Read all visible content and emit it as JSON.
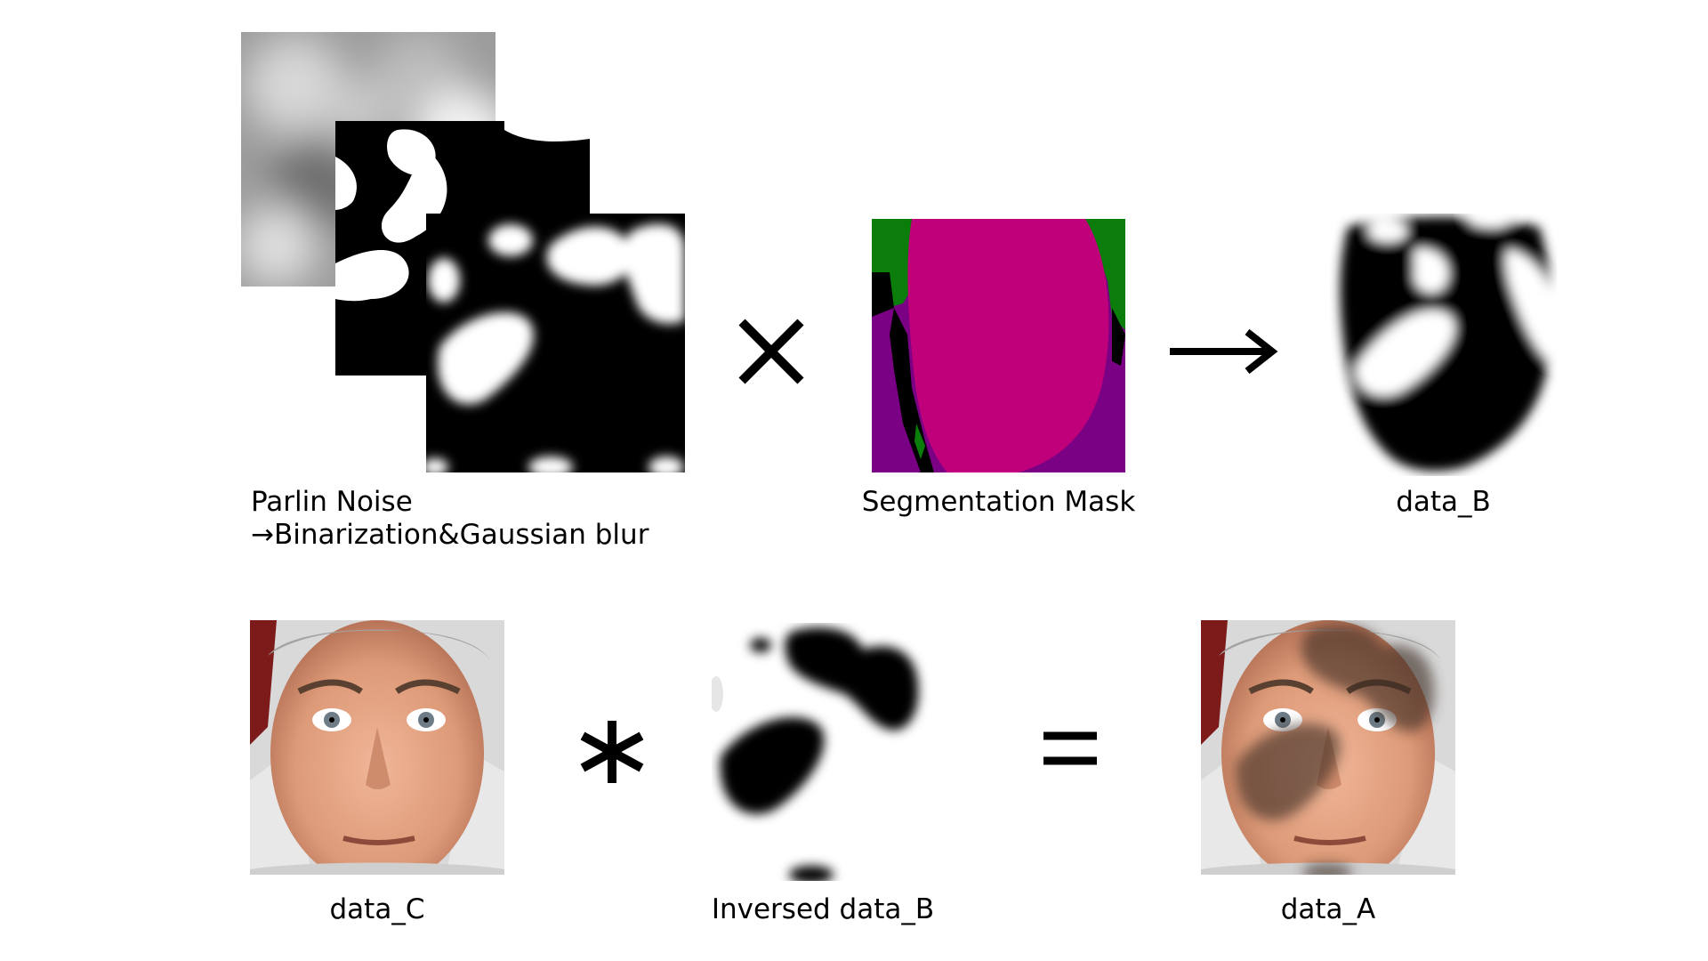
{
  "captions": {
    "noise_line1": "Parlin Noise",
    "noise_line2": "→Binarization&Gaussian blur",
    "segmentation": "Segmentation Mask",
    "data_b": "data_B",
    "data_c": "data_C",
    "inversed_b": "Inversed data_B",
    "data_a": "data_A"
  },
  "operators": {
    "multiply": "×",
    "arrow": "→",
    "convolve": "∗",
    "equals": "="
  },
  "colors": {
    "background": "#ffffff",
    "mask_black": "#000000",
    "segmentation_face": "#c0007a",
    "segmentation_background": "#7a0084",
    "segmentation_hair": "#0a7d0a",
    "skin": "#e2a486",
    "hair": "#9a9a9a"
  }
}
